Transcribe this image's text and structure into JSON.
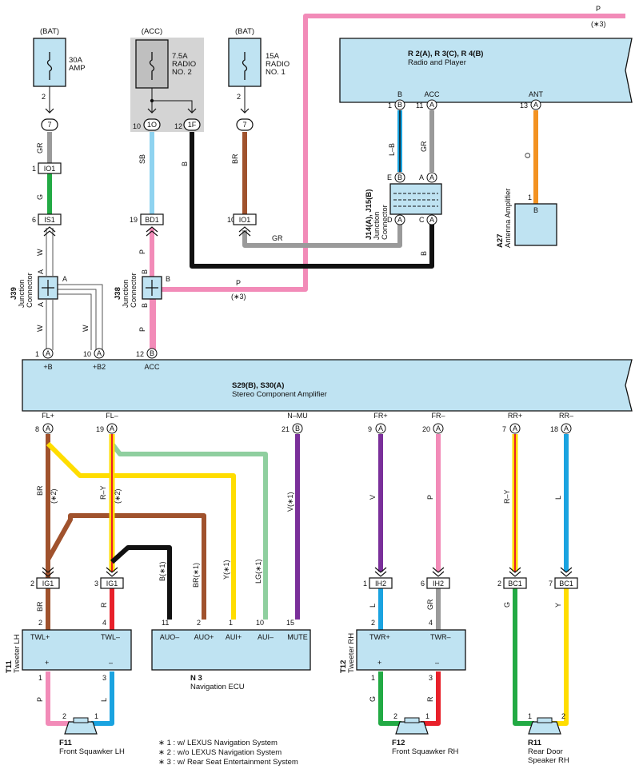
{
  "colors": {
    "P": "#f28bb8",
    "B": "#111111",
    "GR": "#9a9a9a",
    "BR": "#a0522d",
    "SB": "#8fd3f0",
    "G": "#22aa44",
    "W": "#ffffff",
    "Y": "#ffdd00",
    "V": "#7a2f9a",
    "L": "#1aa3e0",
    "R": "#e8202a",
    "O": "#f39221",
    "LG": "#8fcf9f",
    "box": "#bfe3f2"
  },
  "notes": [
    "∗ 1 : w/ LEXUS Navigation System",
    "∗ 2 : w/o LEXUS Navigation System",
    "∗ 3 : w/ Rear Seat Entertainment System"
  ],
  "fuses": [
    {
      "supply": "(BAT)",
      "rating": "30A",
      "name1": "AMP",
      "name2": "",
      "pin": "2"
    },
    {
      "supply": "(ACC)",
      "rating": "7.5A",
      "name1": "RADIO",
      "name2": "NO. 2",
      "pin": ""
    },
    {
      "supply": "(BAT)",
      "rating": "15A",
      "name1": "RADIO",
      "name2": "NO. 1",
      "pin": "2"
    }
  ],
  "radio": {
    "id": "R 2(A), R 3(C), R 4(B)",
    "name": "Radio and Player",
    "pins": [
      {
        "n": "1",
        "c": "B",
        "l": "B"
      },
      {
        "n": "11",
        "c": "A",
        "l": "ACC"
      },
      {
        "n": "13",
        "c": "A",
        "l": "ANT"
      }
    ]
  },
  "amp": {
    "id": "S29(B), S30(A)",
    "name": "Stereo Component Amplifier",
    "top": [
      {
        "n": "1",
        "c": "A",
        "l": "+B"
      },
      {
        "n": "10",
        "c": "A",
        "l": "+B2"
      },
      {
        "n": "12",
        "c": "B",
        "l": "ACC"
      }
    ],
    "bottom": [
      {
        "n": "8",
        "c": "A",
        "l": "FL+"
      },
      {
        "n": "19",
        "c": "A",
        "l": "FL–"
      },
      {
        "n": "21",
        "c": "B",
        "l": "N–MU"
      },
      {
        "n": "9",
        "c": "A",
        "l": "FR+"
      },
      {
        "n": "20",
        "c": "A",
        "l": "FR–"
      },
      {
        "n": "7",
        "c": "A",
        "l": "RR+"
      },
      {
        "n": "18",
        "c": "A",
        "l": "RR–"
      }
    ]
  },
  "jc_j14": {
    "id": "J14(A), J15(B)",
    "name1": "Junction",
    "name2": "Connector",
    "pins": [
      "E",
      "B",
      "B",
      "A",
      "D",
      "A",
      "C",
      "A"
    ]
  },
  "antenna": {
    "id": "A27",
    "name": "Antenna Amplifier",
    "pin": "1",
    "pin_label": "B"
  },
  "j39": {
    "id": "J39",
    "name1": "Junction",
    "name2": "Connector",
    "a": "A"
  },
  "j38": {
    "id": "J38",
    "name1": "Junction",
    "name2": "Connector",
    "b": "B"
  },
  "inline": {
    "io1": "IO1",
    "is1": "IS1",
    "bd1": "BD1",
    "ig1": "IG1",
    "ih2": "IH2",
    "bc1": "BC1",
    "c7": "7",
    "c1O": "1O",
    "c1F": "1F",
    "n10": "10",
    "n12": "12",
    "n1": "1",
    "n6": "6",
    "n19": "19",
    "n2": "2",
    "n3": "3",
    "n7": "7"
  },
  "wires": {
    "GR": "GR",
    "G": "G",
    "W": "W",
    "SB": "SB",
    "P": "P",
    "B": "B",
    "BR": "BR",
    "LB": "L–B",
    "O": "O",
    "A": "A",
    "P3": "(∗3)",
    "BR2": "BR",
    "BR2n": "(∗2)",
    "RY": "R–Y",
    "RY2": "(∗2)",
    "Bn": "B(∗1)",
    "BRn": "BR(∗1)",
    "Yn": "Y(∗1)",
    "LGn": "LG(∗1)",
    "Vn": "V(∗1)",
    "V": "V",
    "Pw": "P",
    "RYr": "R–Y",
    "L": "L",
    "R": "R",
    "Gw": "G",
    "Y": "Y"
  },
  "tweeter_lh": {
    "id": "T11",
    "name": "Tweeter LH",
    "p1": "TWL+",
    "p2": "TWL–",
    "n1": "2",
    "n2": "4",
    "plus": "+",
    "minus": "–",
    "b1": "1",
    "b2": "3"
  },
  "nav": {
    "id": "N 3",
    "name": "Navigation ECU",
    "pins": [
      {
        "n": "11",
        "l": "AUO–"
      },
      {
        "n": "2",
        "l": "AUO+"
      },
      {
        "n": "1",
        "l": "AUI+"
      },
      {
        "n": "10",
        "l": "AUI–"
      },
      {
        "n": "15",
        "l": "MUTE"
      }
    ]
  },
  "tweeter_rh": {
    "id": "T12",
    "name": "Tweeter RH",
    "p1": "TWR+",
    "p2": "TWR–",
    "n1": "2",
    "n2": "4",
    "plus": "+",
    "minus": "–",
    "b1": "1",
    "b2": "3"
  },
  "speakers": [
    {
      "id": "F11",
      "name": "Front Squawker LH",
      "name2": "",
      "a": "2",
      "b": "1"
    },
    {
      "id": "F12",
      "name": "Front Squawker RH",
      "name2": "",
      "a": "2",
      "b": "1"
    },
    {
      "id": "R11",
      "name": "Rear Door",
      "name2": "Speaker RH",
      "a": "1",
      "b": "2"
    }
  ]
}
